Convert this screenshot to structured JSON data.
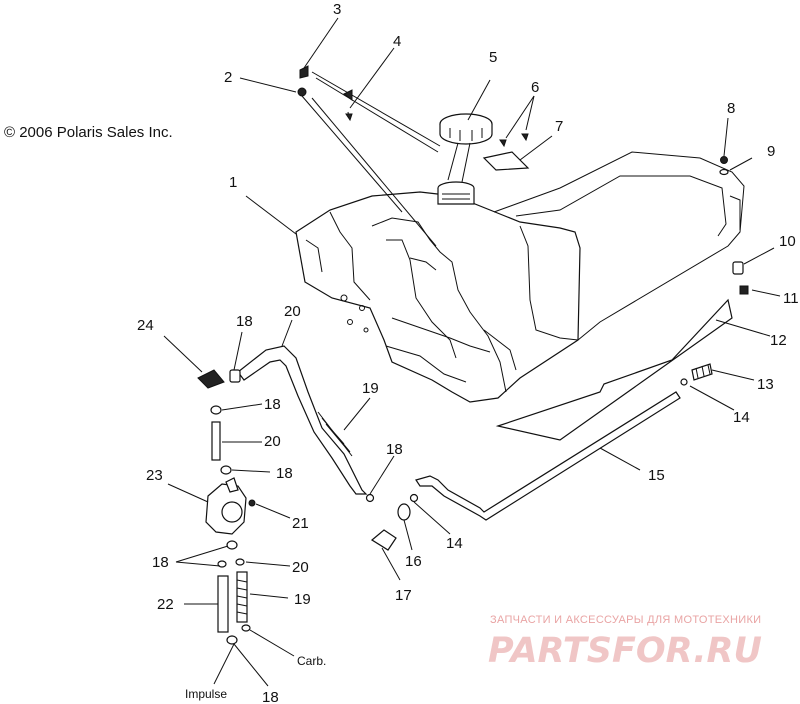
{
  "copyright": "© 2006 Polaris Sales Inc.",
  "callouts": [
    "1",
    "2",
    "3",
    "4",
    "5",
    "6",
    "7",
    "8",
    "9",
    "10",
    "11",
    "12",
    "13",
    "14",
    "15",
    "16",
    "17",
    "18",
    "19",
    "20",
    "21",
    "22",
    "23",
    "24"
  ],
  "hose_labels": {
    "impulse": "Impulse",
    "carb": "Carb."
  },
  "watermark": {
    "tagline": "ЗАПЧАСТИ И АКСЕССУАРЫ ДЛЯ МОТОТЕХНИКИ",
    "brand": "PARTSFOR.RU"
  }
}
